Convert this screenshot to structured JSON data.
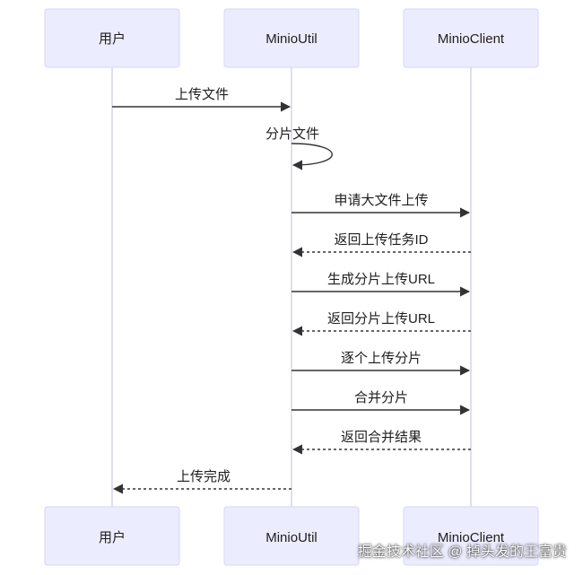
{
  "diagram": {
    "type": "sequence",
    "actors": [
      {
        "id": "user",
        "label": "用户"
      },
      {
        "id": "util",
        "label": "MinioUtil"
      },
      {
        "id": "client",
        "label": "MinioClient"
      }
    ],
    "messages": [
      {
        "from": "user",
        "to": "util",
        "label": "上传文件",
        "style": "solid"
      },
      {
        "from": "util",
        "to": "util",
        "label": "分片文件",
        "style": "solid"
      },
      {
        "from": "util",
        "to": "client",
        "label": "申请大文件上传",
        "style": "solid"
      },
      {
        "from": "client",
        "to": "util",
        "label": "返回上传任务ID",
        "style": "dashed"
      },
      {
        "from": "util",
        "to": "client",
        "label": "生成分片上传URL",
        "style": "solid"
      },
      {
        "from": "client",
        "to": "util",
        "label": "返回分片上传URL",
        "style": "dashed"
      },
      {
        "from": "util",
        "to": "client",
        "label": "逐个上传分片",
        "style": "solid"
      },
      {
        "from": "util",
        "to": "client",
        "label": "合并分片",
        "style": "solid"
      },
      {
        "from": "client",
        "to": "util",
        "label": "返回合并结果",
        "style": "dashed"
      },
      {
        "from": "util",
        "to": "user",
        "label": "上传完成",
        "style": "dashed"
      }
    ]
  },
  "watermark": "掘金技术社区 @ 掉头发的王富贵"
}
